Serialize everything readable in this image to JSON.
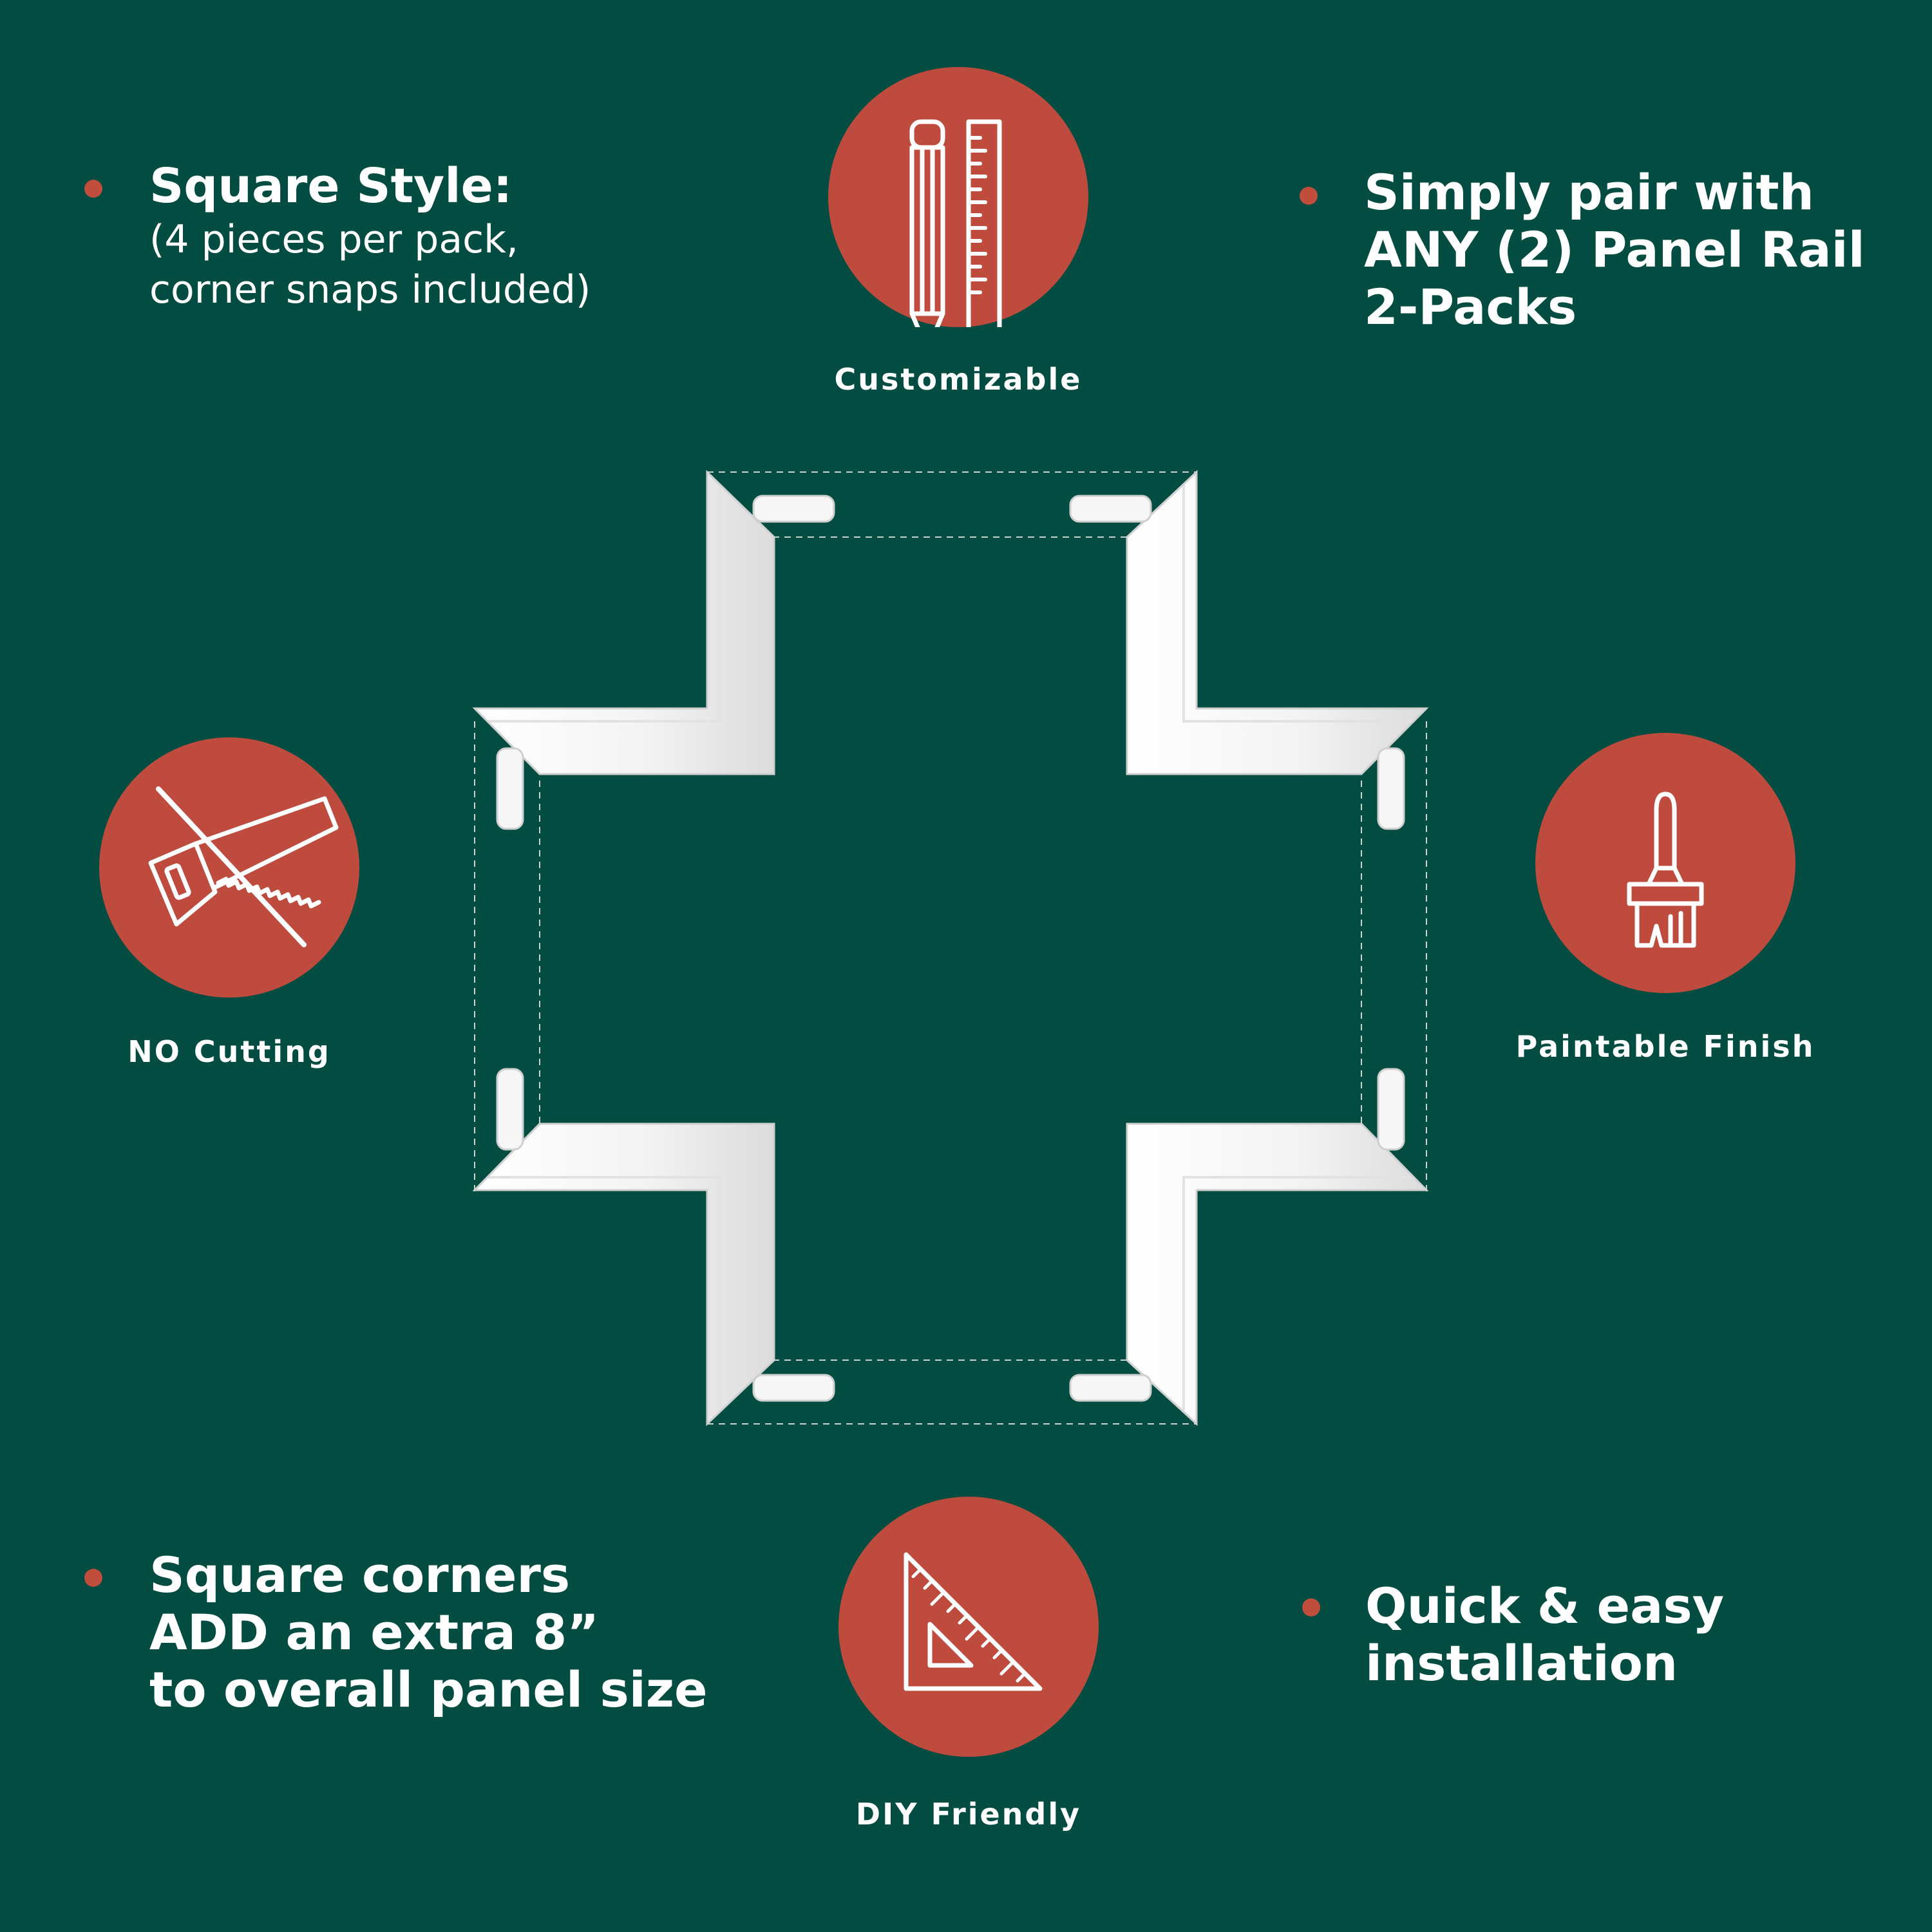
{
  "features": {
    "square_style": {
      "title": "Square Style:",
      "line1": "(4 pieces per pack,",
      "line2": "corner snaps included)"
    },
    "pair_with": {
      "line1": "Simply pair with",
      "line2": "ANY (2) Panel Rail",
      "line3": "2-Packs"
    },
    "square_corners": {
      "line1": "Square corners",
      "line2": "ADD an extra 8”",
      "line3": "to overall panel size"
    },
    "quick_install": {
      "line1": "Quick & easy",
      "line2": "installation"
    }
  },
  "icons": {
    "customizable": {
      "label": "Customizable",
      "icon": "pencil-ruler-icon"
    },
    "no_cutting": {
      "label": "NO Cutting",
      "icon": "no-saw-icon"
    },
    "paintable": {
      "label": "Paintable Finish",
      "icon": "paintbrush-icon"
    },
    "diy": {
      "label": "DIY Friendly",
      "icon": "set-square-icon"
    }
  },
  "colors": {
    "background": "#024c42",
    "accent": "#be4b3d",
    "text": "#ffffff"
  }
}
